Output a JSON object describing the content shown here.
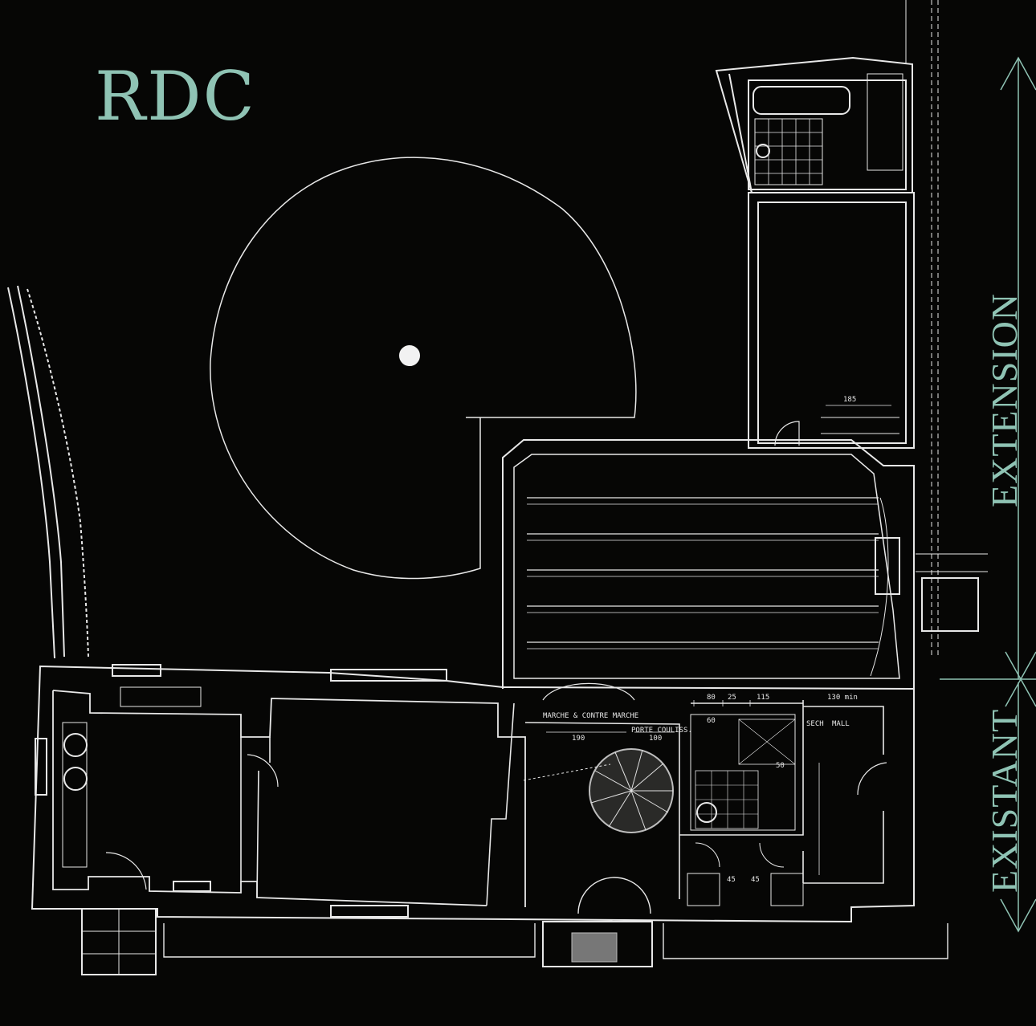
{
  "title": "RDC",
  "labels": {
    "extension": "EXTENSION",
    "existant": "EXISTANT"
  },
  "annotations": {
    "dim_185": "185",
    "dim_80": "80",
    "dim_25": "25",
    "dim_115": "115",
    "dim_130": "130 min",
    "dim_190": "190",
    "dim_100": "100",
    "dim_60": "60",
    "dim_50": "50",
    "dim_45a": "45",
    "dim_45b": "45",
    "porte": "PORTE COULISS.",
    "marche": "MARCHE & CONTRE MARCHE",
    "sechoir": "SECH",
    "mall": "MALL"
  },
  "colors": {
    "background": "#060605",
    "line": "#e8e8e8",
    "accent": "#8fc3b4"
  }
}
